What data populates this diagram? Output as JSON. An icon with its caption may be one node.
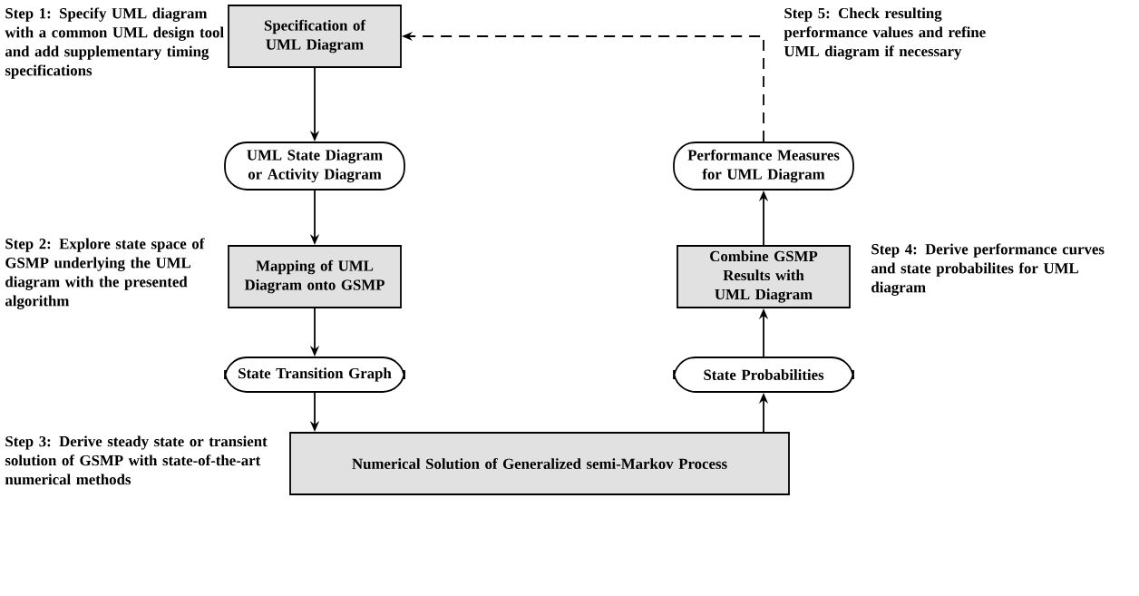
{
  "diagram": {
    "nodes": [
      {
        "text": [
          "Specification of UML Diagram"
        ]
      },
      {
        "text": [
          "UML State Diagram or Activity Diagram"
        ]
      },
      {
        "text": [
          "Mapping of UML Diagram onto GSMP"
        ]
      },
      {
        "text": [
          "State Transition Graph"
        ]
      },
      {
        "text": [
          "Numerical Solution of Generalized semi-Markov Process"
        ]
      },
      {
        "text": [
          "State Probabilities"
        ]
      },
      {
        "text": [
          "Combine GSMP Results with UML Diagram"
        ]
      },
      {
        "text": [
          "Performance Measures for UML Diagram"
        ]
      }
    ],
    "edges": [
      {
        "from": 0,
        "to": 1,
        "arrow": "to"
      },
      {
        "from": 1,
        "to": 2,
        "arrow": "to"
      },
      {
        "from": 2,
        "to": 3,
        "arrow": "to"
      },
      {
        "from": 3,
        "to": 4,
        "arrow": "to"
      },
      {
        "from": 4,
        "to": 5,
        "arrow": "to"
      },
      {
        "from": 5,
        "to": 6,
        "arrow": "to"
      },
      {
        "from": 6,
        "to": 7,
        "arrow": "to"
      },
      {
        "from": 7,
        "to": 0,
        "arrow": "to",
        "style": "dashed"
      }
    ],
    "labels": [
      "Step 1: Specify UML diagram with a common UML design tool and add supplementary timing specifications",
      "Step 5: Check resulting performance values and refine UML diagram if necessary",
      "Step 2: Explore state space of GSMP underlying the UML diagram with the presented algorithm",
      "Step 4: Derive performance curves and state probabilites for UML diagram",
      "Step 3: Derive steady state or transient solution of GSMP with state-of-the-art numerical methods"
    ]
  }
}
